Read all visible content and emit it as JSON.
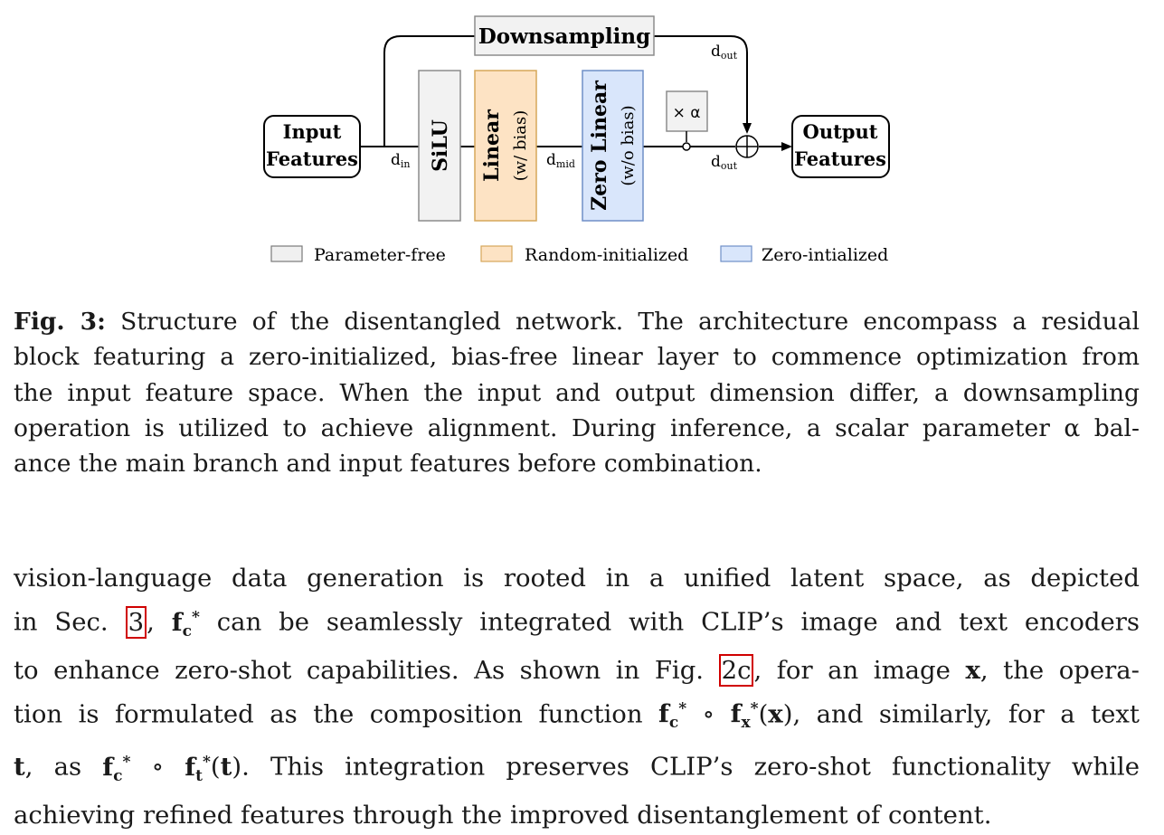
{
  "figure": {
    "downsampling_label": "Downsampling",
    "input_label": [
      "Input",
      "Features"
    ],
    "output_label": [
      "Output",
      "Features"
    ],
    "silu_label": "SiLU",
    "linear_label": "Linear",
    "linear_sub": "(w/ bias)",
    "zero_linear_label": "Zero Linear",
    "zero_linear_sub": "(w/o bias)",
    "alpha_label": "× α",
    "plus_symbol": "⊕",
    "dims": {
      "d_in": [
        "d",
        "in"
      ],
      "d_mid": [
        "d",
        "mid"
      ],
      "d_out_top": [
        "d",
        "out"
      ],
      "d_out_bottom": [
        "d",
        "out"
      ]
    },
    "legend": [
      {
        "label": "Parameter-free",
        "color": "#f0f0f0",
        "border": "#7a7a7a"
      },
      {
        "label": "Random-initialized",
        "color": "#fde3c4",
        "border": "#d6a75a"
      },
      {
        "label": "Zero-intialized",
        "color": "#d9e6fb",
        "border": "#6f8fc7"
      }
    ],
    "colors": {
      "silu_fill": "#f2f2f2",
      "silu_stroke": "#8c8c8c",
      "linear_fill": "#fde3c4",
      "linear_stroke": "#d6a75a",
      "zero_fill": "#d9e6fb",
      "zero_stroke": "#6f8fc7"
    }
  },
  "caption": {
    "label": "Fig. 3:",
    "lines": [
      "Structure of the disentangled network. The architecture encompass a residual",
      "block featuring a zero-initialized, bias-free linear layer to commence optimization from",
      "the input feature space. When the input and output dimension differ, a downsampling",
      "operation is utilized to achieve alignment. During inference, a scalar parameter α bal-",
      "ance the main branch and input features before combination."
    ]
  },
  "body": {
    "line1": "vision-language data generation is rooted in a unified latent space, as depicted",
    "line2_pre": "in Sec.",
    "line2_ref": "3",
    "line2_post": "can be seamlessly integrated with CLIP’s image and text encoders",
    "line3_pre": "to enhance zero-shot capabilities. As shown in Fig.",
    "line3_ref": "2c",
    "line3_post": ", for an image",
    "line3_var": "x",
    "line3_end": ", the opera-",
    "line4_pre": "tion is formulated as the composition function",
    "line4_post": ", and similarly, for a text",
    "line5_var": "t",
    "line5_pre": ", as",
    "line5_post": ". This integration preserves CLIP’s zero-shot functionality while",
    "line6": "achieving refined features through the improved disentanglement of content.",
    "math": {
      "f": "f",
      "c": "c",
      "star": "*",
      "x": "x",
      "t": "t",
      "compose": "∘",
      "comma": ",",
      "open": "(",
      "close": ")"
    }
  }
}
